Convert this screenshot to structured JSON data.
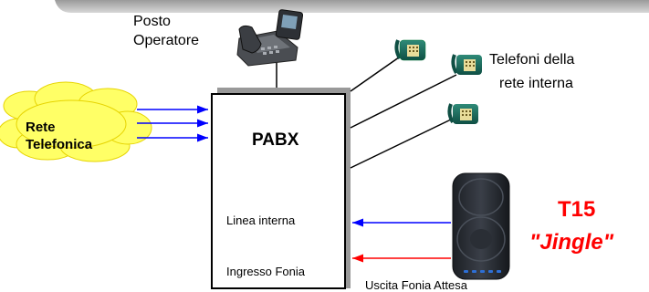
{
  "operator": {
    "line1": "Posto",
    "line2": "Operatore"
  },
  "network": {
    "line1": "Rete",
    "line2": "Telefonica"
  },
  "pabx": {
    "title": "PABX",
    "internal_line": "Linea interna",
    "audio_input": "Ingresso Fonia"
  },
  "phones_label": {
    "line1": "Telefoni della",
    "line2": "rete interna"
  },
  "device": {
    "model": "T15",
    "name": "\"Jingle\"",
    "output_label": "Uscita Fonia Attesa"
  },
  "colors": {
    "blue_arrow": "#0000ff",
    "red_arrow": "#ff0000",
    "cloud": "#ffff66",
    "title_red": "#ff0000"
  }
}
